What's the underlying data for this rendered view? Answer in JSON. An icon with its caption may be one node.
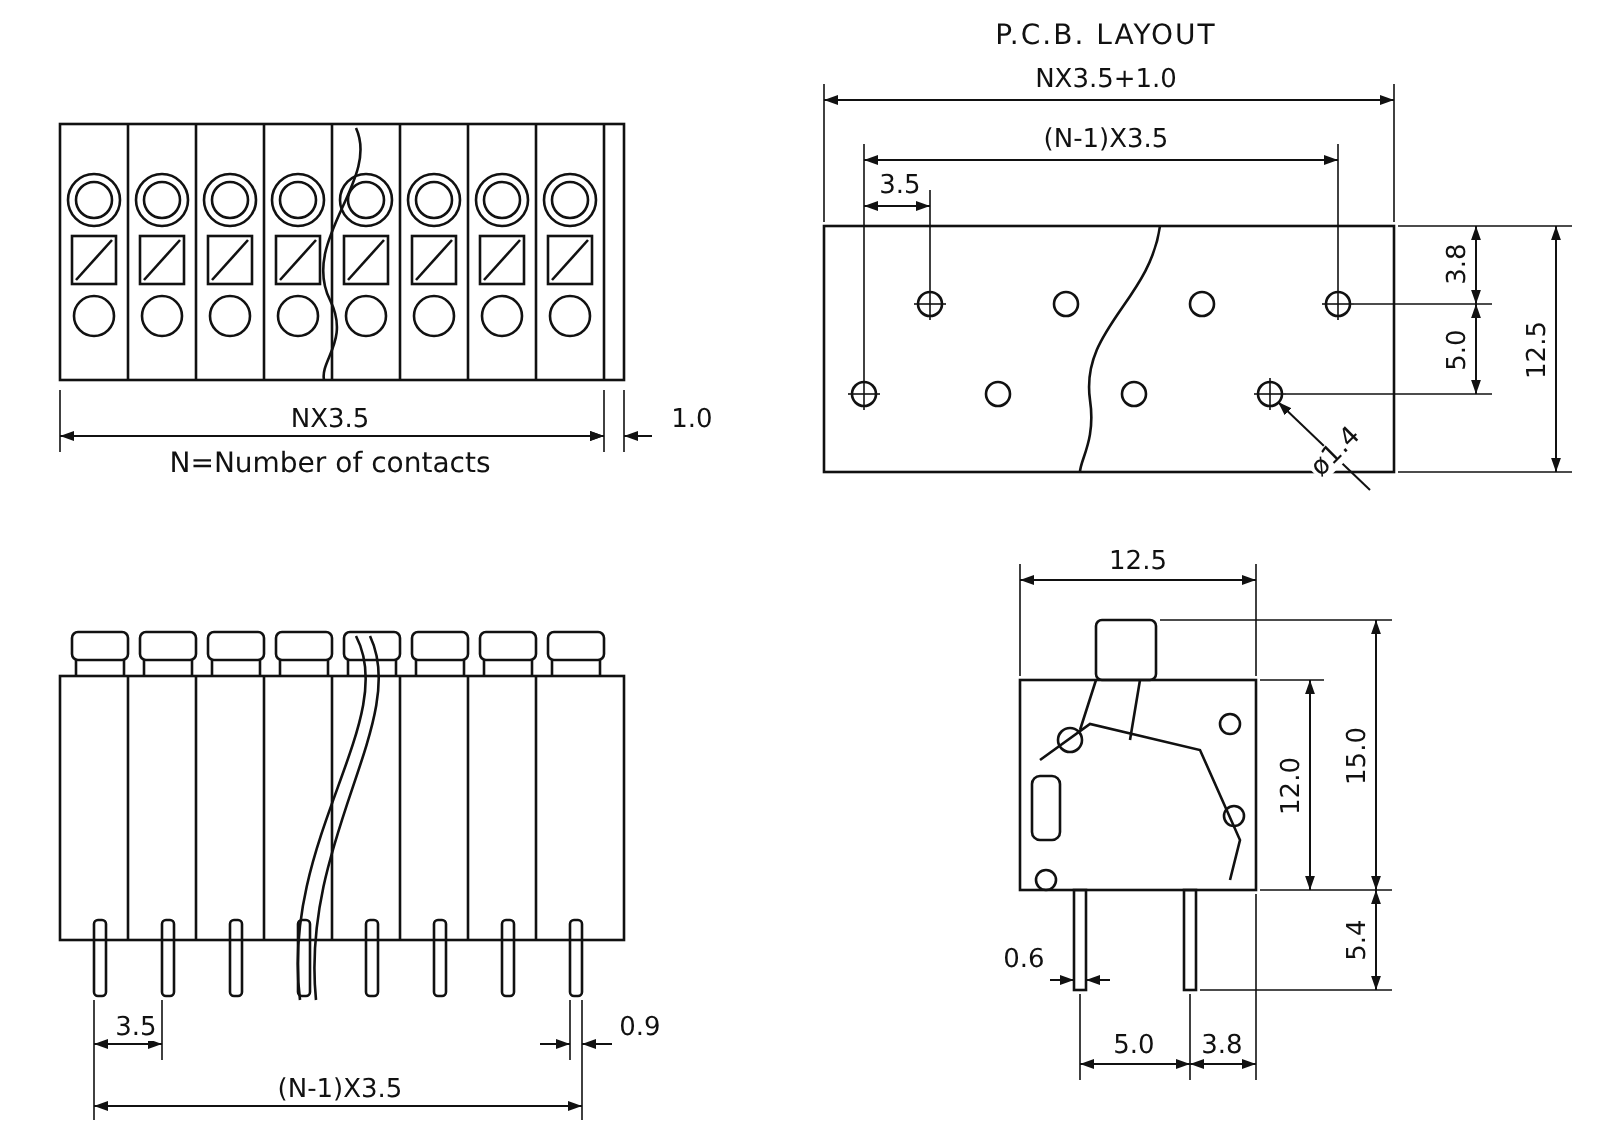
{
  "diagram": {
    "labels": [
      "NX3.5",
      "1.0",
      "N=Number of contacts",
      "P.C.B. LAYOUT",
      "NX3.5+1.0",
      "(N-1)X3.5",
      "3.5",
      "3.8",
      "5.0",
      "12.5",
      "ø1.4",
      "3.5",
      "0.9",
      "(N-1)X3.5",
      "12.5",
      "12.0",
      "15.0",
      "5.4",
      "0.6",
      "5.0",
      "3.8"
    ]
  }
}
